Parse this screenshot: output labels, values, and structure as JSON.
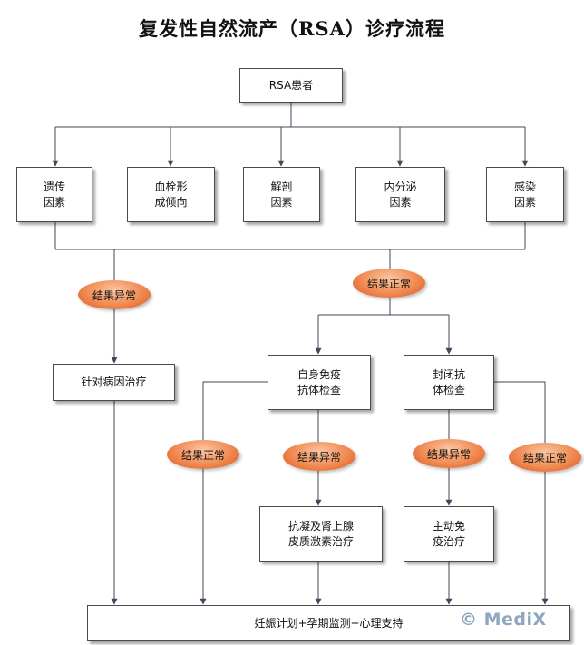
{
  "title": "复发性自然流产（RSA）诊疗流程",
  "nodes": {
    "patient": "RSA患者",
    "genetic": "遗传\n因素",
    "thrombophilia": "血栓形\n成倾向",
    "anatomy": "解剖\n因素",
    "endocrine": "内分泌\n因素",
    "infection": "感染\n因素",
    "targeted_treatment": "针对病因治疗",
    "autoimmune_test": "自身免疫\n抗体检查",
    "blocking_antibody_test": "封闭抗\n体检查",
    "anticoag_treatment": "抗凝及肾上腺\n皮质激素治疗",
    "active_immune_treatment": "主动免\n疫治疗",
    "pregnancy_plan": "妊娠计划+孕期监测+心理支持"
  },
  "results": {
    "abnormal_1": "结果异常",
    "normal_1": "结果正常",
    "normal_2": "结果正常",
    "abnormal_2": "结果异常",
    "abnormal_3": "结果异常",
    "normal_3": "结果正常"
  },
  "watermark": "© MediX",
  "colors": {
    "line": "#3f4a5a",
    "ellipse": "#f08a52",
    "watermark": "#8fa6c0"
  }
}
